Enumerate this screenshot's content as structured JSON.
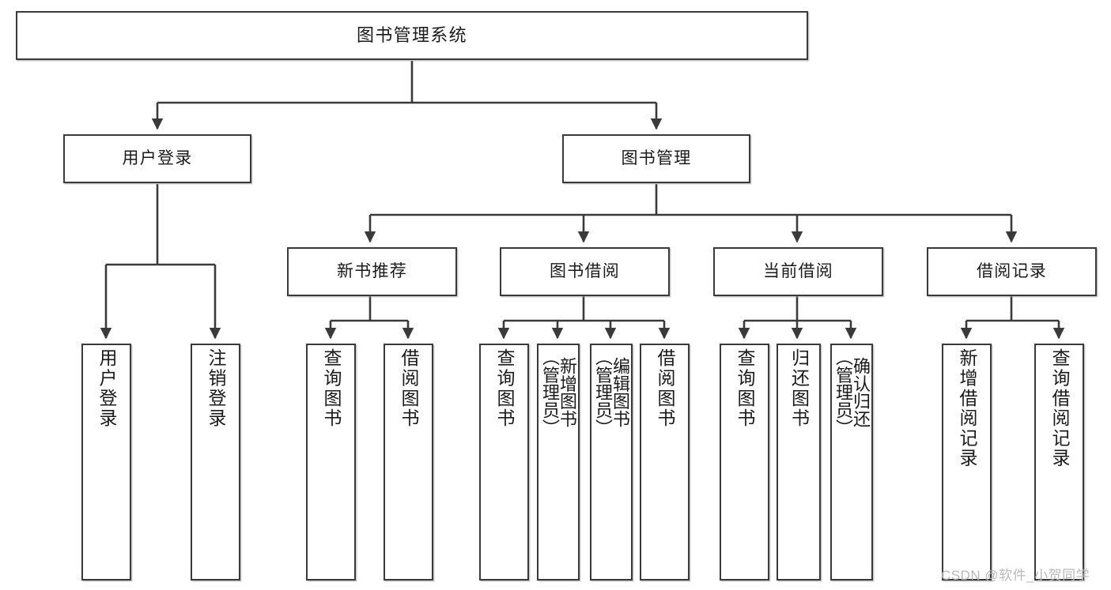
{
  "diagram": {
    "title": "图书管理系统",
    "type": "hierarchy-tree",
    "watermark": "CSDN @软件_小贺同学",
    "nodes": {
      "root": {
        "label": "图书管理系统"
      },
      "level2": [
        {
          "label": "用户登录"
        },
        {
          "label": "图书管理"
        }
      ],
      "level3": [
        {
          "label": "新书推荐"
        },
        {
          "label": "图书借阅"
        },
        {
          "label": "当前借阅"
        },
        {
          "label": "借阅记录"
        }
      ],
      "leaves": {
        "user_login": [
          {
            "label": "用户登录"
          },
          {
            "label": "注销登录"
          }
        ],
        "new_book": [
          {
            "label": "查询图书"
          },
          {
            "label": "借阅图书"
          }
        ],
        "book_borrow": [
          {
            "label": "查询图书"
          },
          {
            "label": "新增图书\n（管理员）"
          },
          {
            "label": "编辑图书\n（管理员）"
          },
          {
            "label": "借阅图书"
          }
        ],
        "current_borrow": [
          {
            "label": "查询图书"
          },
          {
            "label": "归还图书"
          },
          {
            "label": "确认归还\n（管理员）"
          }
        ],
        "borrow_record": [
          {
            "label": "新增借阅记录"
          },
          {
            "label": "查询借阅记录"
          }
        ]
      }
    },
    "colors": {
      "stroke": "#3a3a3a",
      "fill": "#ffffff",
      "text": "#1a1a1a",
      "watermark": "#b9b9b9"
    }
  }
}
